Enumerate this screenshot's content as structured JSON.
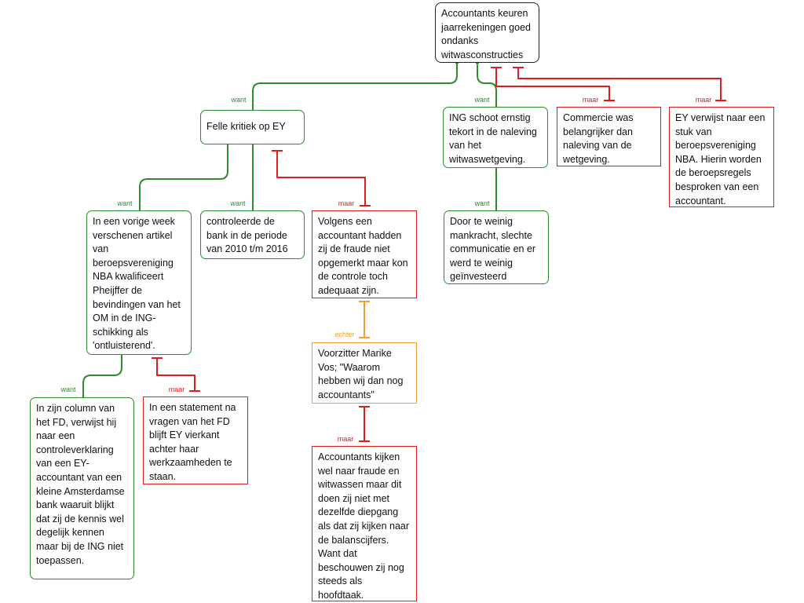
{
  "colors": {
    "support": "#2e8b2e",
    "objection": "#dd1e1e",
    "rebuttal": "#f0a030",
    "claim": "#222222"
  },
  "labels": {
    "want": "want",
    "maar": "maar",
    "echter": "echter"
  },
  "nodes": {
    "main": "Accountants keuren jaarrekeningen goed ondanks witwasconstructies",
    "kritiek": "Felle kritiek op EY",
    "ing": "ING schoot ernstig tekort in de naleving van het witwaswetgeving.",
    "commercie": "Commercie was belangrijker dan naleving van de wetgeving.",
    "nba_stuk": "EY verwijst naar een stuk van beroepsvereniging NBA. Hierin worden de beroepsregels besproken van een accountant.",
    "artikel": "In een vorige week verschenen artikel van beroepsvereniging NBA kwalificeert Pheijffer de bevindingen van het OM in de ING-schikking als 'ontluisterend'.",
    "controle": "controleerde de bank in de periode van 2010 t/m 2016",
    "accountant_fraude": "Volgens een accountant hadden zij de fraude niet opgemerkt maar kon de controle toch adequaat zijn.",
    "mankracht": "Door te weinig mankracht, slechte communicatie en er werd te weinig geïnvesteerd",
    "vos": "Voorzitter Marike Vos; \"Waarom hebben wij dan nog accountants\"",
    "column": "In zijn column van het FD, verwijst hij naar een controleverklaring van een EY-accountant van een kleine Amsterdamse bank waaruit blijkt dat zij de kennis wel degelijk kennen maar bij de ING niet toepassen.",
    "statement": "In een statement na vragen van het FD blijft EY vierkant achter haar werkzaamheden te staan.",
    "kijken": "Accountants kijken wel naar fraude en witwassen maar dit doen zij niet met dezelfde diepgang als dat zij kijken naar de balanscijfers. Want dat beschouwen zij nog steeds als hoofdtaak."
  }
}
